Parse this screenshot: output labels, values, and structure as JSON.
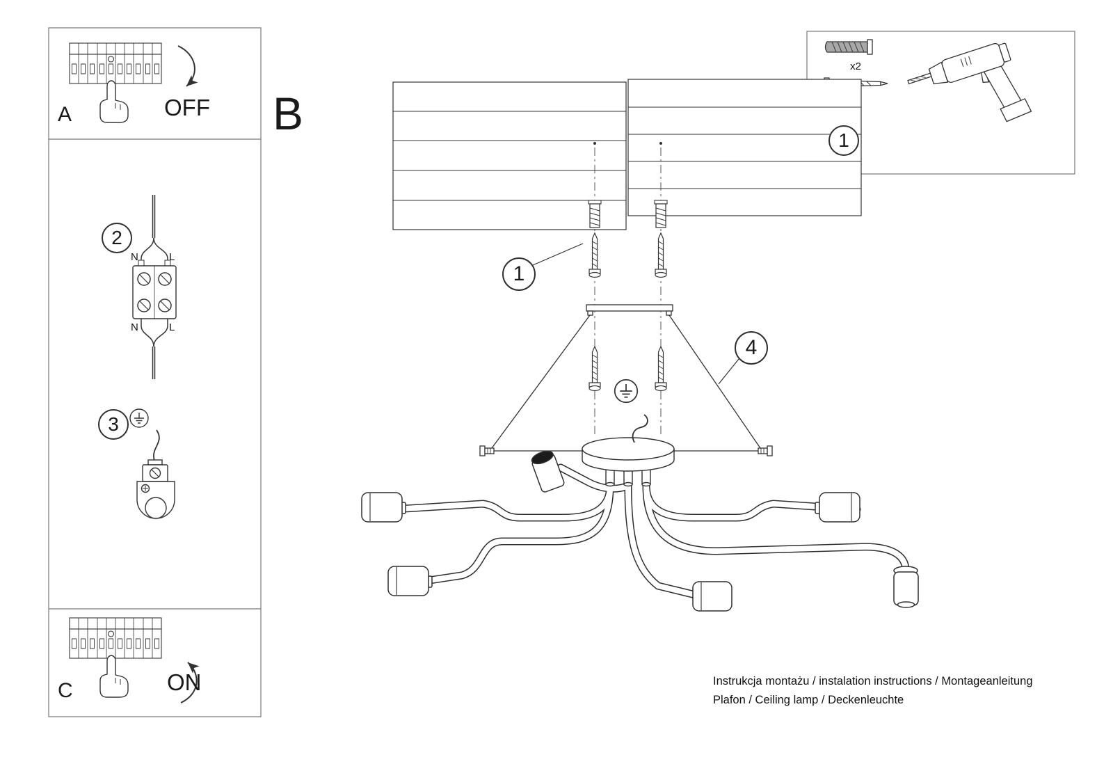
{
  "labels": {
    "panel_a": "A",
    "panel_b": "B",
    "panel_c": "C",
    "off": "OFF",
    "on": "ON",
    "step_1": "1",
    "step_2": "2",
    "step_3": "3",
    "step_4": "4",
    "kit_step": "1",
    "kit_qty": "x2",
    "wire_n_top": "N",
    "wire_l_top": "L",
    "wire_n_bottom": "N",
    "wire_l_bottom": "L"
  },
  "footer": {
    "line1": "Instrukcja montażu / instalation instructions / Montageanleitung",
    "line2": "Plafon / Ceiling lamp / Deckenleuchte"
  }
}
